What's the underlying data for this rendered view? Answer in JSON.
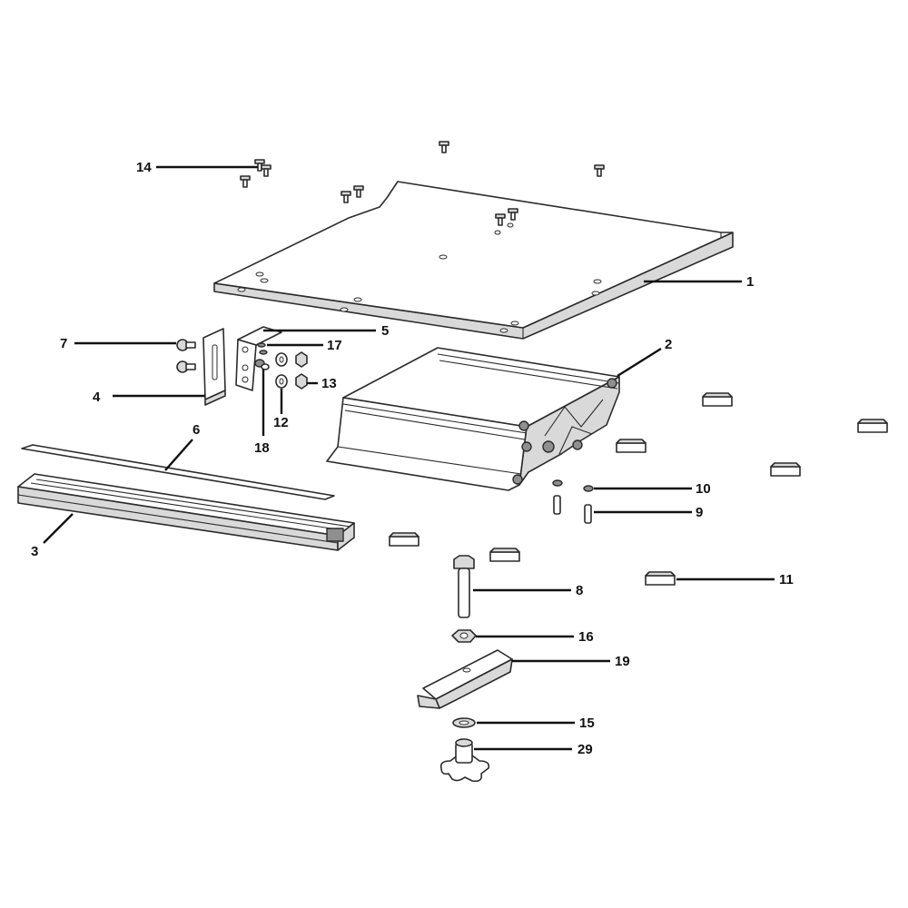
{
  "colors": {
    "line": "#2b2b2b",
    "shade": "#d9d9d9",
    "leader": "#111111",
    "background": "#ffffff"
  },
  "callouts": [
    {
      "id": "p1",
      "label": "1"
    },
    {
      "id": "p2",
      "label": "2"
    },
    {
      "id": "p3",
      "label": "3"
    },
    {
      "id": "p4",
      "label": "4"
    },
    {
      "id": "p5",
      "label": "5"
    },
    {
      "id": "p6",
      "label": "6"
    },
    {
      "id": "p7",
      "label": "7"
    },
    {
      "id": "p8",
      "label": "8"
    },
    {
      "id": "p9",
      "label": "9"
    },
    {
      "id": "p10",
      "label": "10"
    },
    {
      "id": "p11",
      "label": "11"
    },
    {
      "id": "p12",
      "label": "12"
    },
    {
      "id": "p13",
      "label": "13"
    },
    {
      "id": "p14",
      "label": "14"
    },
    {
      "id": "p15",
      "label": "15"
    },
    {
      "id": "p16",
      "label": "16"
    },
    {
      "id": "p17",
      "label": "17"
    },
    {
      "id": "p18",
      "label": "18"
    },
    {
      "id": "p19",
      "label": "19"
    },
    {
      "id": "p29",
      "label": "29"
    }
  ]
}
